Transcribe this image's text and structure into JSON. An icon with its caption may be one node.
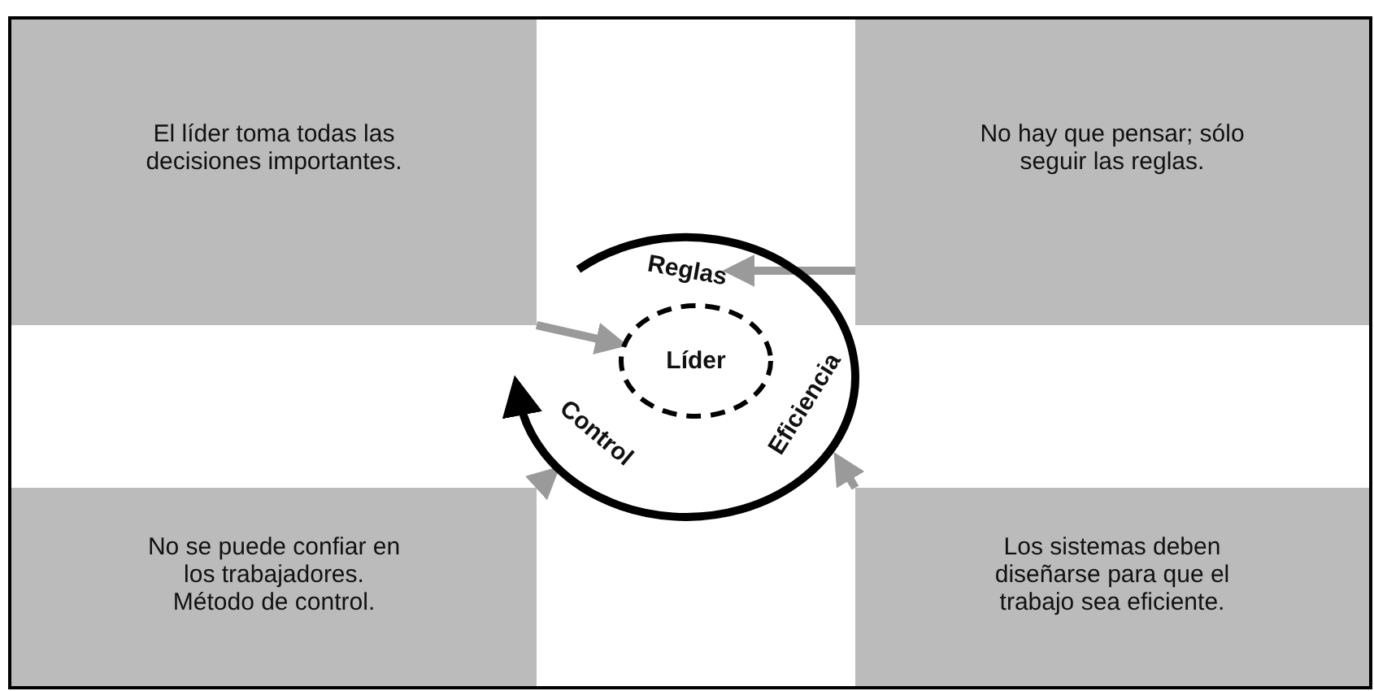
{
  "diagram": {
    "nodes": [
      {
        "text": [
          "El líder toma todas las decisiones importantes."
        ]
      },
      {
        "text": [
          "No hay que pensar; sólo seguir las reglas."
        ]
      },
      {
        "text": [
          "Reglas"
        ]
      },
      {
        "text": [
          "Líder"
        ]
      },
      {
        "text": [
          "Control"
        ]
      },
      {
        "text": [
          "Eficiencia"
        ]
      },
      {
        "text": [
          "No se puede confiar en los trabajadores. Método de control."
        ]
      },
      {
        "text": [
          "Los sistemas deben diseñarse para que el trabajo sea eficiente."
        ]
      }
    ],
    "edges": [
      {
        "from": 0,
        "to": 3,
        "arrow": "to"
      },
      {
        "from": 1,
        "to": 2,
        "arrow": "to"
      },
      {
        "from": 6,
        "to": 4,
        "arrow": "to"
      },
      {
        "from": 7,
        "to": 5,
        "arrow": "to"
      }
    ]
  }
}
